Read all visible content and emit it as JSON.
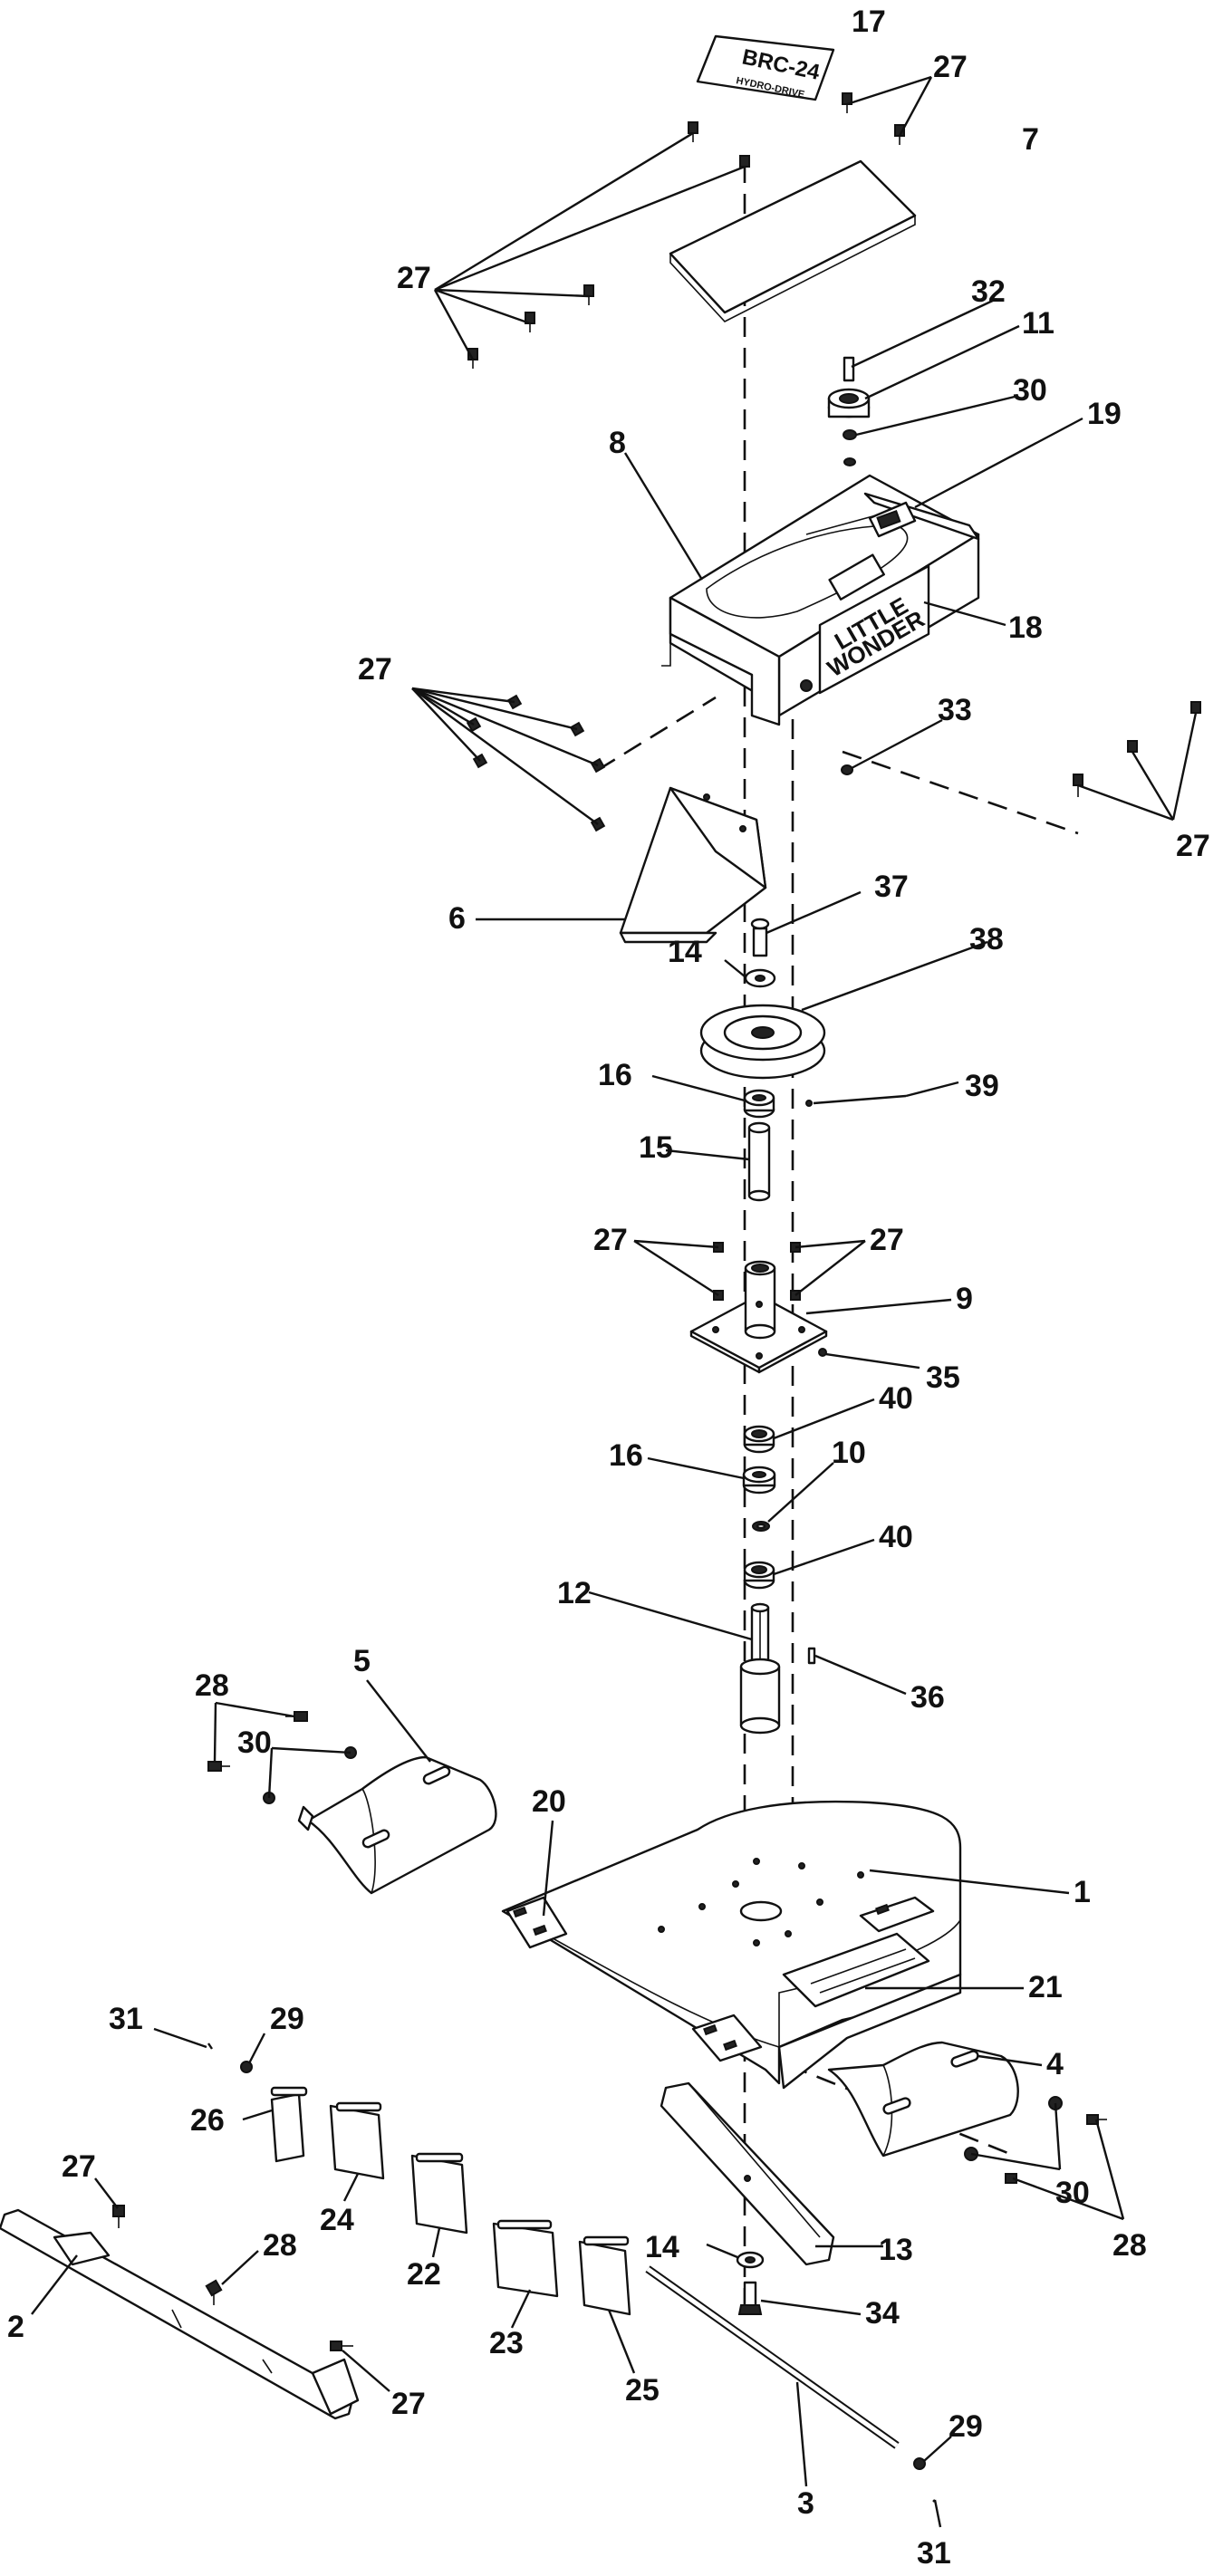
{
  "labels": {
    "l1": "1",
    "l2": "2",
    "l3": "3",
    "l4": "4",
    "l5": "5",
    "l6": "6",
    "l7": "7",
    "l8": "8",
    "l9": "9",
    "l10": "10",
    "l11": "11",
    "l12": "12",
    "l13": "13",
    "l14a": "14",
    "l14b": "14",
    "l15": "15",
    "l16a": "16",
    "l16b": "16",
    "l17": "17",
    "l18": "18",
    "l19": "19",
    "l20": "20",
    "l21": "21",
    "l22": "22",
    "l23": "23",
    "l24": "24",
    "l25": "25",
    "l26": "26",
    "l27a": "27",
    "l27b": "27",
    "l27c": "27",
    "l27d": "27",
    "l27e": "27",
    "l27f": "27",
    "l27g": "27",
    "l27h": "27",
    "l28a": "28",
    "l28b": "28",
    "l28c": "28",
    "l29a": "29",
    "l29b": "29",
    "l30a": "30",
    "l30b": "30",
    "l30c": "30",
    "l31a": "31",
    "l31b": "31",
    "l32": "32",
    "l33": "33",
    "l34": "34",
    "l35": "35",
    "l36": "36",
    "l37": "37",
    "l38": "38",
    "l39": "39",
    "l40a": "40",
    "l40b": "40"
  },
  "decal_17": {
    "line1": "BRC-24",
    "line2": "HYDRO-DRIVE"
  },
  "decal_18": {
    "line1": "LITTLE",
    "line2": "WONDER"
  }
}
